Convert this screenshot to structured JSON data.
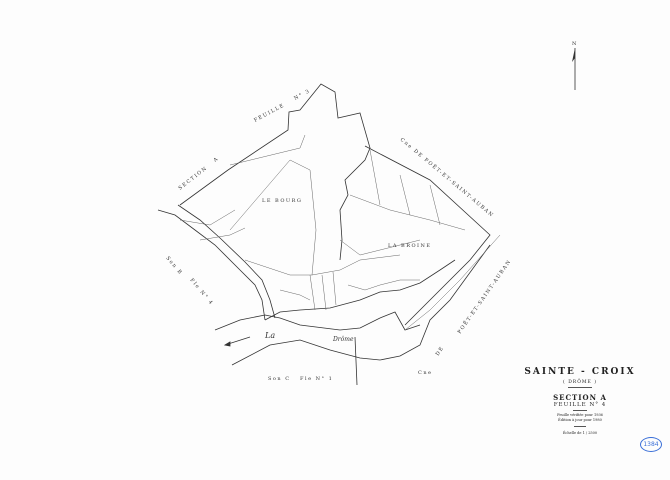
{
  "map": {
    "north_label": "N",
    "labels": {
      "section_a_feuille_3": [
        "SECTION",
        "A",
        "FEUILLE",
        "N° 3"
      ],
      "commune_top_right": "Cne DE POËT-ET-SAINT-AUBAN",
      "le_bourg": "LE BOURG",
      "la_broine": "LA BROINE",
      "section_b_feuille_4": [
        "Son B",
        "Fle N° 4"
      ],
      "river": [
        "La",
        "Drôme"
      ],
      "section_c_feuille_1": [
        "Son C",
        "Fle N° 1"
      ],
      "commune_bottom_right": [
        "POËT-ET-SAINT-AUBAN",
        "DE",
        "Cne"
      ]
    }
  },
  "title_block": {
    "commune": "SAINTE - CROIX",
    "department": "( DRÔME )",
    "section": "SECTION A",
    "sheet": "FEUILLE N° 4",
    "verified": "Feuille vérifiée pour 1936",
    "edition": "Édition à jour pour 1980",
    "scale": "Échelle de 1 / 2500",
    "stamp": "1384"
  },
  "colors": {
    "ink": "#333333",
    "stamp": "#3a6fd8"
  }
}
